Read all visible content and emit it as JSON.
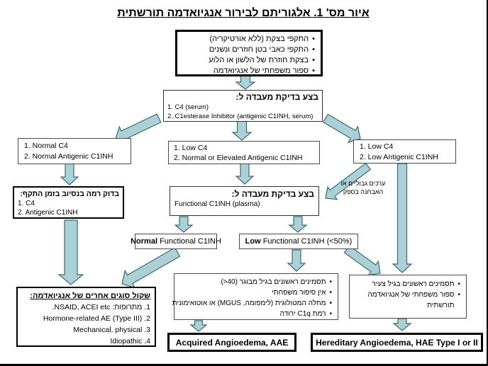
{
  "title": "איור מס' 1. אלגוריתם לבירור אנגיואדמה תורשתית",
  "glyphs": {
    "bullet": "•"
  },
  "colors": {
    "arrow_fill": "#abd0d6",
    "arrow_stroke": "#3d6b74"
  },
  "symptoms_box": {
    "bullets": [
      "התקפי בצקת (ללא אורטיקריה)",
      "התקפי כאבי בטן חוזרים ונשנים",
      "בצקת חוזרת של הלשון או הלוע",
      "ספור משפחתי של אנגיואדמה"
    ]
  },
  "lab1_box": {
    "header": "בצע בדיקת מעבדה ל:",
    "items": [
      "1. C4 (serum)",
      "2. C1esterase Inhibitor (antigenic C1INH, serum)"
    ]
  },
  "result_normal_box": {
    "items": [
      "1.  Normal C4",
      "2.  Normal Antigenic C1INH"
    ]
  },
  "result_low_normal_box": {
    "items": [
      "1.  Low C4",
      "2.  Normal or Elevated Antigenic C1INH"
    ]
  },
  "result_low_low_box": {
    "items": [
      "1.  Low C4",
      "2.  Low Antigenic C1INH"
    ]
  },
  "recheck_box": {
    "header": "בדוק רמה בנסיוב בזמן התקף:",
    "items": [
      "1. C4",
      "2. Antigenic C1INH"
    ]
  },
  "lab2_box": {
    "header": "בצע בדיקת מעבדה ל:",
    "body": "Functional C1INH (plasma)"
  },
  "borderline_note": {
    "line1": "ערכים גבוליים או",
    "line2": "האבחנה בספק"
  },
  "func_normal_box": {
    "bold": "Normal",
    "rest": " Functional C1INH"
  },
  "func_low_box": {
    "bold": "Low",
    "rest": " Functional C1INH (<50%)"
  },
  "other_types_box": {
    "header": "שקול סוגים אחרים של אנגיואדמה:",
    "items": [
      "1. מתרופות: NSAID, ACEI etc.",
      "2. Hormone-related AE (Type III)",
      "3. Mechanical, physical",
      "4. Idiopathic"
    ]
  },
  "aae_criteria_box": {
    "bullets": [
      "תסמינים ראשונים בגיל מבוגר ‎(>40)‎",
      "אין סיפור משפחתי",
      "מחלה המטולוגית (לימפומה, MGUS) או אוטואימונית",
      "רמת C1q ירודה"
    ]
  },
  "hae_criteria_box": {
    "bullets": [
      "תסמינים ראשונים בגיל צעיר",
      "ספור משפחתי של אנגיואדמה תורשתית"
    ]
  },
  "aae_box": {
    "label": "Acquired Angioedema, AAE"
  },
  "hae_box": {
    "label": "Hereditary Angioedema, HAE Type I or II"
  }
}
